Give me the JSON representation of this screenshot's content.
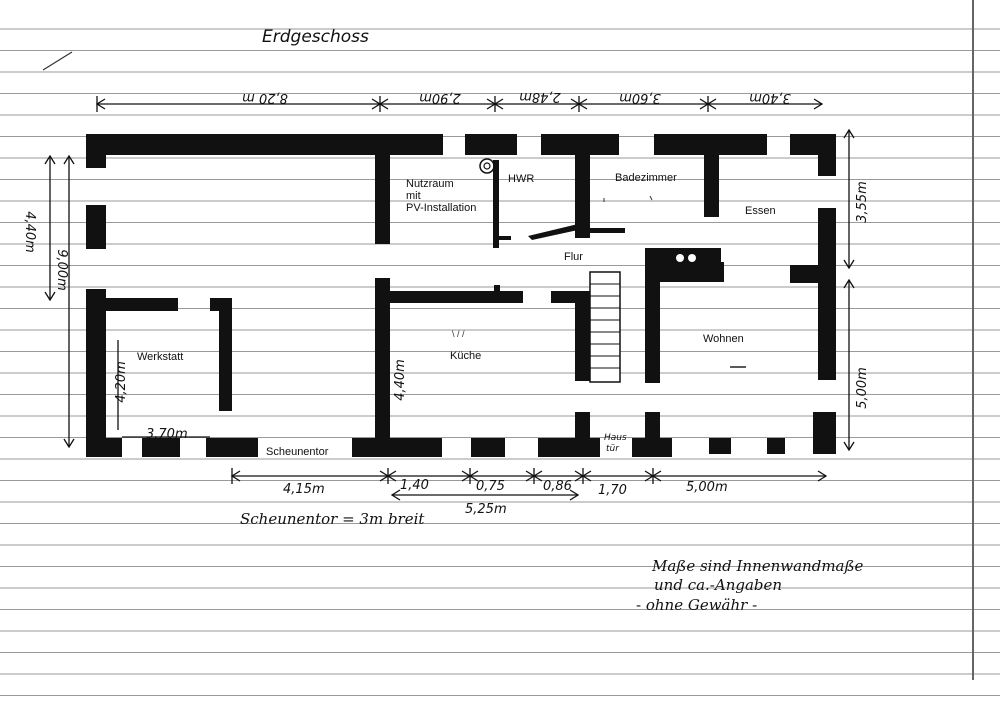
{
  "title": "Erdgeschoss",
  "rooms": {
    "nutzraum": [
      "Nutzraum",
      "mit",
      "PV-Installation"
    ],
    "hwr": "HWR",
    "badezimmer": "Badezimmer",
    "essen": "Essen",
    "flur": "Flur",
    "kueche": "Küche",
    "wohnen": "Wohnen",
    "werkstatt": "Werkstatt",
    "scheunentor": "Scheunentor",
    "haustuer": [
      "Haus",
      "tür"
    ]
  },
  "dimensions": {
    "top": [
      "8,20 m",
      "2,90m",
      "2,48m",
      "3,60m",
      "3,40m"
    ],
    "left_outer": "9,00m",
    "left_inner": "4,40m",
    "right_upper": "3,55m",
    "right_lower": "5,00m",
    "werkstatt_height": "4,20m",
    "werkstatt_width": "3,70m",
    "kueche_height": "4,40m",
    "bottom": [
      "4,15m",
      "1,40",
      "0,75",
      "0,86",
      "1,70",
      "5,00m"
    ],
    "bottom_total": "5,25m"
  },
  "notes": {
    "scheunentor_width": "Scheunentor = 3m breit",
    "disclaimer": [
      "Maße sind Innenwandmaße",
      "und ca.-Angaben",
      "- ohne Gewähr -"
    ]
  }
}
